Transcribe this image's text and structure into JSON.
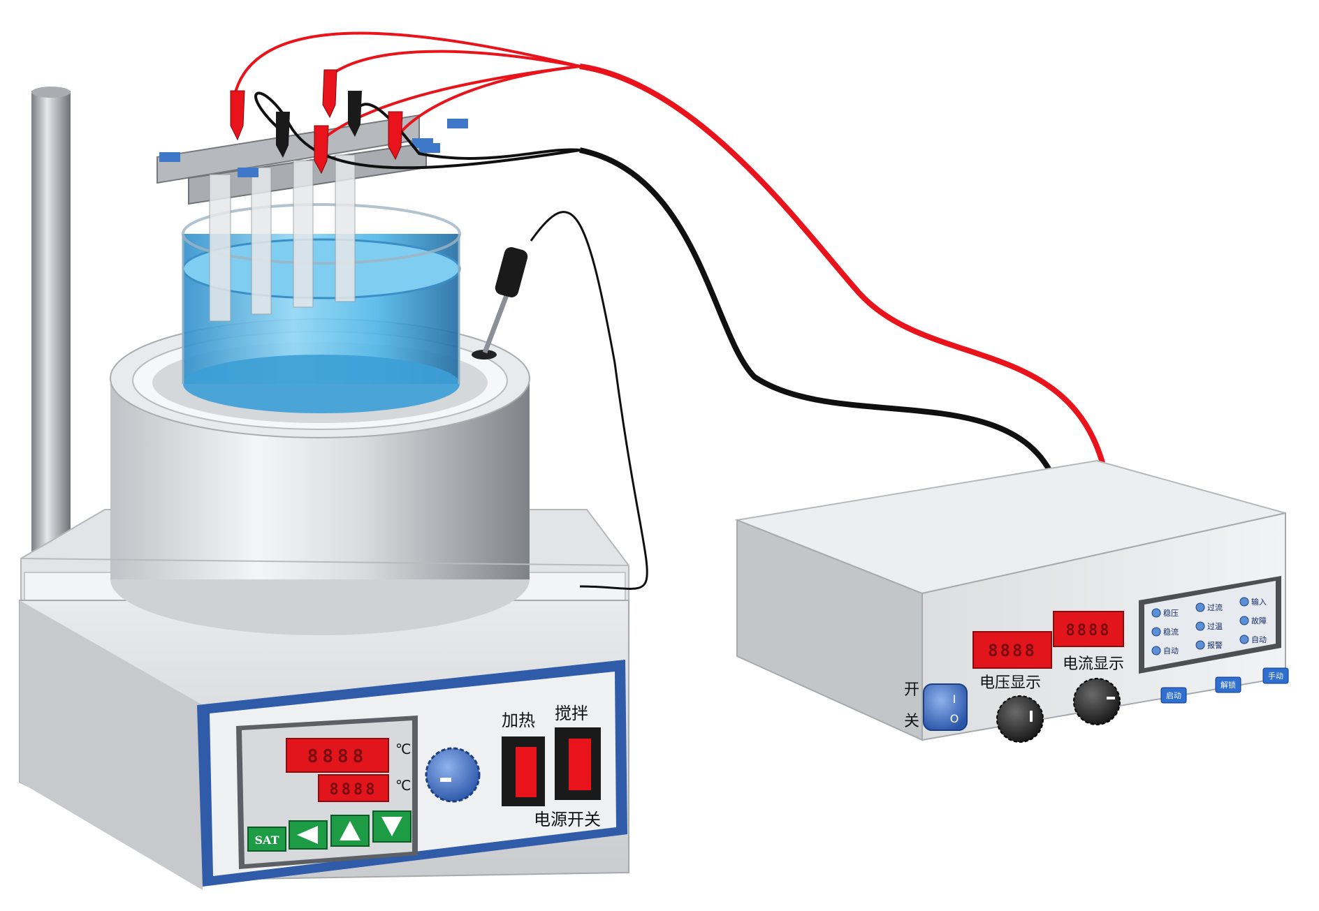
{
  "stirrer": {
    "temp_display_1": "8888",
    "temp_display_2": "8888",
    "unit_1": "℃",
    "unit_2": "℃",
    "set_button": "SAT",
    "heat_label": "加热",
    "stir_label": "搅拌",
    "power_label": "电源开关"
  },
  "power_supply": {
    "switch_label_top": "开",
    "switch_label_bottom": "关",
    "switch_on": "I",
    "switch_off": "O",
    "voltage_display": "8888",
    "current_display": "8888",
    "voltage_label": "电压显示",
    "current_label": "电流显示",
    "indicators": [
      "稳压",
      "过流",
      "输入",
      "稳流",
      "过温",
      "故障",
      "自动",
      "报警",
      "自动"
    ],
    "buttons": [
      "启动",
      "解锁",
      "手动"
    ]
  },
  "colors": {
    "red_lead": "#e8131b",
    "black_lead": "#101010",
    "panel_blue": "#2f5ba8",
    "display_red": "#e1151b",
    "button_green": "#1d9b45",
    "water": "#4fb6e8"
  }
}
